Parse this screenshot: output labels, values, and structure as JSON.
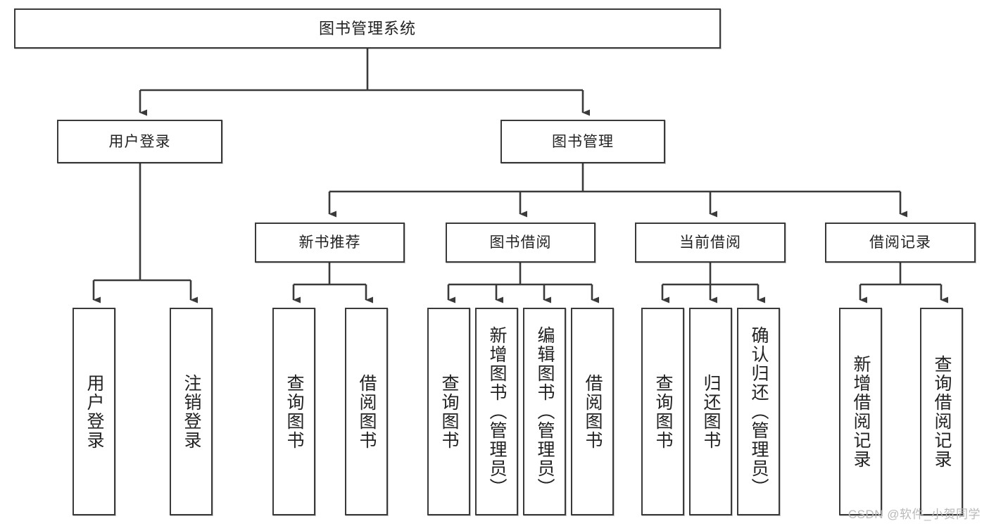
{
  "diagram": {
    "title": "图书管理系统",
    "type": "tree",
    "root": {
      "label": "图书管理系统"
    },
    "level2": [
      {
        "label": "用户登录"
      },
      {
        "label": "图书管理"
      }
    ],
    "level3": [
      {
        "label": "新书推荐"
      },
      {
        "label": "图书借阅"
      },
      {
        "label": "当前借阅"
      },
      {
        "label": "借阅记录"
      }
    ],
    "leaves": {
      "user_login": [
        {
          "label": "用户登录"
        },
        {
          "label": "注销登录"
        }
      ],
      "new_book_recommend": [
        {
          "label": "查询图书"
        },
        {
          "label": "借阅图书"
        }
      ],
      "book_borrow": [
        {
          "label": "查询图书"
        },
        {
          "label": "新增图书（管理员）"
        },
        {
          "label": "编辑图书（管理员）"
        },
        {
          "label": "借阅图书"
        }
      ],
      "current_borrow": [
        {
          "label": "查询图书"
        },
        {
          "label": "归还图书"
        },
        {
          "label": "确认归还（管理员）"
        }
      ],
      "borrow_records": [
        {
          "label": "新增借阅记录"
        },
        {
          "label": "查询借阅记录"
        }
      ]
    }
  },
  "watermark": {
    "text": "CSDN @软件_小贺同学"
  },
  "colors": {
    "border": "#3a3a3a",
    "text": "#222222",
    "background": "#ffffff",
    "watermark": "#b9b9b9"
  }
}
